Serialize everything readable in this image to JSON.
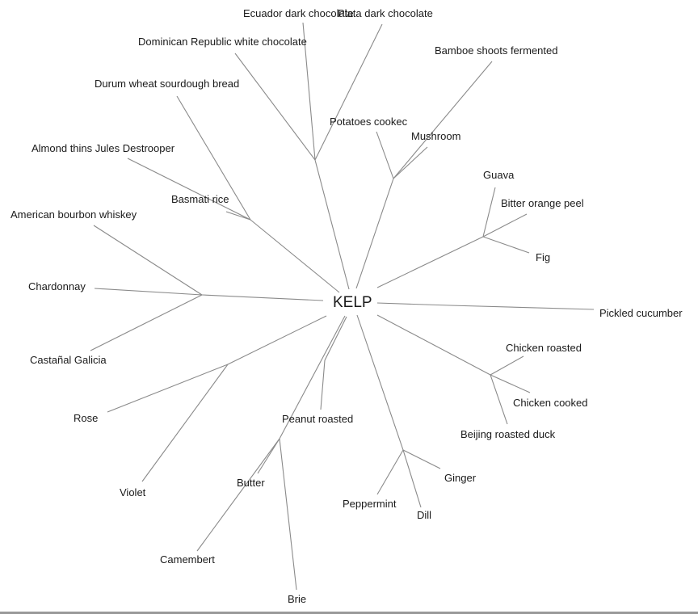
{
  "root": "KELP",
  "clusters": [
    {
      "leaves": [
        "Ecuador dark chocolate",
        "Plata dark chocolate",
        "Dominican Republic white chocolate"
      ]
    },
    {
      "leaves": [
        "Potatoes cookec",
        "Mushroom",
        "Bamboe shoots fermented"
      ]
    },
    {
      "leaves": [
        "Durum wheat sourdough bread",
        "Almond thins Jules Destrooper",
        "Basmati rice"
      ]
    },
    {
      "leaves": [
        "American bourbon whiskey",
        "Chardonnay",
        "Castañal Galicia"
      ]
    },
    {
      "leaves": [
        "Rose",
        "Violet"
      ]
    },
    {
      "leaves": [
        "Peanut roasted"
      ]
    },
    {
      "leaves": [
        "Butter",
        "Brie",
        "Camembert"
      ]
    },
    {
      "leaves": [
        "Ginger",
        "Peppermint",
        "Dill"
      ]
    },
    {
      "leaves": [
        "Chicken roasted",
        "Chicken cooked",
        "Beijing roasted duck"
      ]
    },
    {
      "leaves": [
        "Pickled cucumber"
      ]
    },
    {
      "leaves": [
        "Guava",
        "Bitter orange peel",
        "Fig"
      ]
    }
  ],
  "colors": {
    "edge": "#8a8a8a",
    "text": "#1a1a1a"
  }
}
